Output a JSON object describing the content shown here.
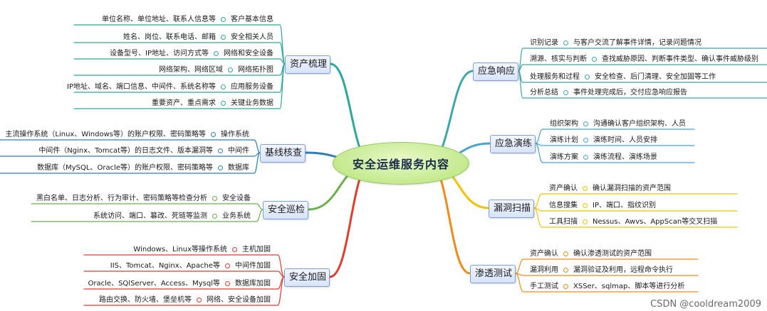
{
  "title": "安全运维服务内容",
  "colors": {
    "asset": "#2aa89a",
    "baseline": "#2f7fb5",
    "patrol": "#6ab04c",
    "reinforce": "#e23c2b",
    "emergency": "#3fa7a7",
    "drill": "#4aa3c9",
    "vuln": "#f2c200",
    "pentest": "#f08a1c"
  },
  "branches": [
    {
      "key": "asset",
      "side": "left",
      "label": "资产梳理",
      "items": [
        {
          "detail": "单位名称、单位地址、联系人信息等",
          "name": "客户基本信息"
        },
        {
          "detail": "姓名、岗位、联系电话、邮箱",
          "name": "安全相关人员"
        },
        {
          "detail": "设备型号、IP地址、访问方式等",
          "name": "网络和安全设备"
        },
        {
          "detail": "网络架构、网络区域",
          "name": "网络拓扑图"
        },
        {
          "detail": "IP地址、域名、端口信息、中间件、系统名称等",
          "name": "应用服务设备"
        },
        {
          "detail": "重要资产、重点需求",
          "name": "关键业务数据"
        }
      ]
    },
    {
      "key": "baseline",
      "side": "left",
      "label": "基线核查",
      "items": [
        {
          "detail": "主流操作系统（Linux、Windows等）的账户权限、密码策略等",
          "name": "操作系统"
        },
        {
          "detail": "中间件（Nginx、Tomcat等）的日志文件、版本漏洞等",
          "name": "中间件"
        },
        {
          "detail": "数据库（MySQL、Oracle等）的账户权限、密码策略等",
          "name": "数据库"
        }
      ]
    },
    {
      "key": "patrol",
      "side": "left",
      "label": "安全巡检",
      "items": [
        {
          "detail": "黑白名单、日志分析、行为审计、密码策略等检查分析",
          "name": "安全设备"
        },
        {
          "detail": "系统访问、端口、篡改、死链等监测",
          "name": "业务系统"
        }
      ]
    },
    {
      "key": "reinforce",
      "side": "left",
      "label": "安全加固",
      "items": [
        {
          "detail": "Windows、Linux等操作系统",
          "name": "主机加固"
        },
        {
          "detail": "IIS、Tomcat、Nginx、Apache等",
          "name": "中间件加固"
        },
        {
          "detail": "Oracle、SQlServer、Access、Mysql等",
          "name": "数据库加固"
        },
        {
          "detail": "路由交换、防火墙、堡垒机等",
          "name": "网络、安全设备加固"
        }
      ]
    },
    {
      "key": "emergency",
      "side": "right",
      "label": "应急响应",
      "items": [
        {
          "name": "识别记录",
          "detail": "与客户交流了解事件详情，记录问题情况"
        },
        {
          "name": "溯源、核实与判断",
          "detail": "查找威胁原因、判断事件类型、确认事件威胁级别"
        },
        {
          "name": "处理服务和过程",
          "detail": "安全检查、后门清理、安全加固等工作"
        },
        {
          "name": "分析总结",
          "detail": "事件处理完成后，交付应急响应报告"
        }
      ]
    },
    {
      "key": "drill",
      "side": "right",
      "label": "应急演练",
      "items": [
        {
          "name": "组织架构",
          "detail": "沟通确认客户组织架构、人员"
        },
        {
          "name": "演练计划",
          "detail": "演练时间、人员安排"
        },
        {
          "name": "演练方案",
          "detail": "演练流程、演练场景"
        }
      ]
    },
    {
      "key": "vuln",
      "side": "right",
      "label": "漏洞扫描",
      "items": [
        {
          "name": "资产确认",
          "detail": "确认漏洞扫描的资产范围"
        },
        {
          "name": "信息搜集",
          "detail": "IP、端口、指纹识别"
        },
        {
          "name": "工具扫描",
          "detail": "Nessus、Awvs、AppScan等交叉扫描"
        }
      ]
    },
    {
      "key": "pentest",
      "side": "right",
      "label": "渗透测试",
      "items": [
        {
          "name": "资产确认",
          "detail": "确认渗透测试的资产范围"
        },
        {
          "name": "漏洞利用",
          "detail": "漏洞验证及利用，远程命令执行"
        },
        {
          "name": "手工测试",
          "detail": "XSSer、sqlmap、脚本等进行分析"
        }
      ]
    }
  ],
  "watermark": "CSDN @cooldream2009"
}
